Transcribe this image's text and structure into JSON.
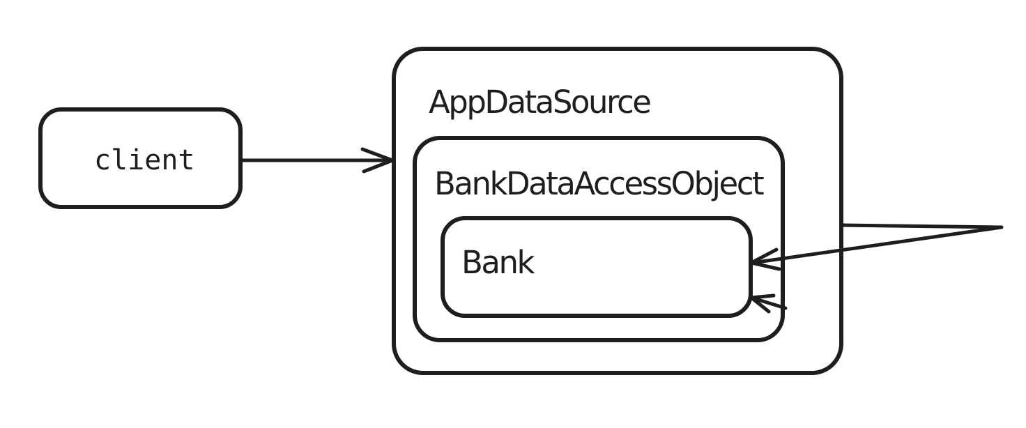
{
  "diagram": {
    "background_color": "#ffffff",
    "stroke_color": "#1e1e1e",
    "nodes": {
      "client": {
        "label": "client"
      },
      "app_data_source": {
        "label": "AppDataSource",
        "children": {
          "bank_data_access_object": {
            "label": "BankDataAccessObject",
            "children": {
              "bank": {
                "label": "Bank"
              }
            }
          }
        }
      }
    },
    "edges": [
      {
        "name": "client-to-app-data-source",
        "from": "client",
        "to": "AppDataSource"
      },
      {
        "name": "right-bend-to-bank",
        "from": "AppDataSource right border",
        "to": "Bank"
      },
      {
        "name": "short-arrow-to-bank",
        "from": "BankDataAccessObject right border",
        "to": "Bank"
      }
    ]
  }
}
